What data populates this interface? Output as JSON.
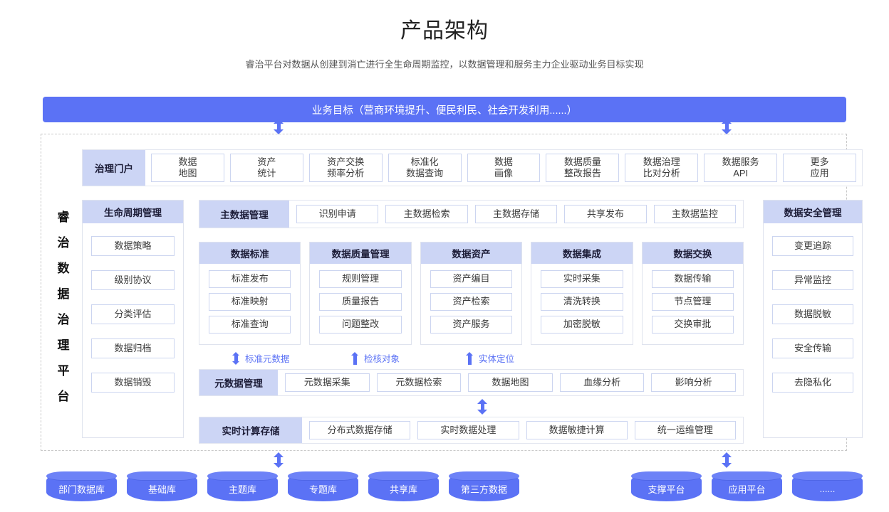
{
  "header": {
    "title": "产品架构",
    "subtitle": "睿治平台对数据从创建到消亡进行全生命周期监控，以数据管理和服务主力企业驱动业务目标实现"
  },
  "goal_bar": {
    "label": "业务目标（营商环境提升、便民利民、社会开发利用......）"
  },
  "platform_label": {
    "chars": [
      "睿",
      "治",
      "数",
      "据",
      "治",
      "理",
      "平",
      "台"
    ]
  },
  "portal": {
    "band": "治理门户",
    "items": [
      "数据\n地图",
      "资产\n统计",
      "资产交换\n频率分析",
      "标准化\n数据查询",
      "数据\n画像",
      "数据质量\n整改报告",
      "数据治理\n比对分析",
      "数据服务\nAPI",
      "更多\n应用"
    ]
  },
  "lifecycle": {
    "band": "生命周期管理",
    "items": [
      "数据策略",
      "级别协议",
      "分类评估",
      "数据归档",
      "数据销毁"
    ]
  },
  "master_data": {
    "band": "主数据管理",
    "items": [
      "识别申请",
      "主数据检索",
      "主数据存储",
      "共享发布",
      "主数据监控"
    ]
  },
  "columns": [
    {
      "band": "数据标准",
      "items": [
        "标准发布",
        "标准映射",
        "标准查询"
      ]
    },
    {
      "band": "数据质量管理",
      "items": [
        "规则管理",
        "质量报告",
        "问题整改"
      ]
    },
    {
      "band": "数据资产",
      "items": [
        "资产编目",
        "资产检索",
        "资产服务"
      ]
    },
    {
      "band": "数据集成",
      "items": [
        "实时采集",
        "清洗转换",
        "加密脱敏"
      ]
    },
    {
      "band": "数据交换",
      "items": [
        "数据传输",
        "节点管理",
        "交换审批"
      ]
    }
  ],
  "relations": [
    {
      "label": "标准元数据",
      "direction": "both"
    },
    {
      "label": "检核对象",
      "direction": "up"
    },
    {
      "label": "实体定位",
      "direction": "up"
    }
  ],
  "metadata": {
    "band": "元数据管理",
    "items": [
      "元数据采集",
      "元数据检索",
      "数据地图",
      "血缘分析",
      "影响分析"
    ]
  },
  "realtime": {
    "band": "实时计算存储",
    "items": [
      "分布式数据存储",
      "实时数据处理",
      "数据敏捷计算",
      "统一运维管理"
    ]
  },
  "security": {
    "band": "数据安全管理",
    "items": [
      "变更追踪",
      "异常监控",
      "数据脱敏",
      "安全传输",
      "去隐私化"
    ]
  },
  "sources_left": [
    "部门数据库",
    "基础库",
    "主题库",
    "专题库",
    "共享库",
    "第三方数据"
  ],
  "sources_right": [
    "支撑平台",
    "应用平台",
    "......"
  ],
  "colors": {
    "accent": "#5b72f5",
    "band": "#ccd5f5",
    "chip_border": "#ccd5f0",
    "dashed_border": "#c9c9c9"
  }
}
